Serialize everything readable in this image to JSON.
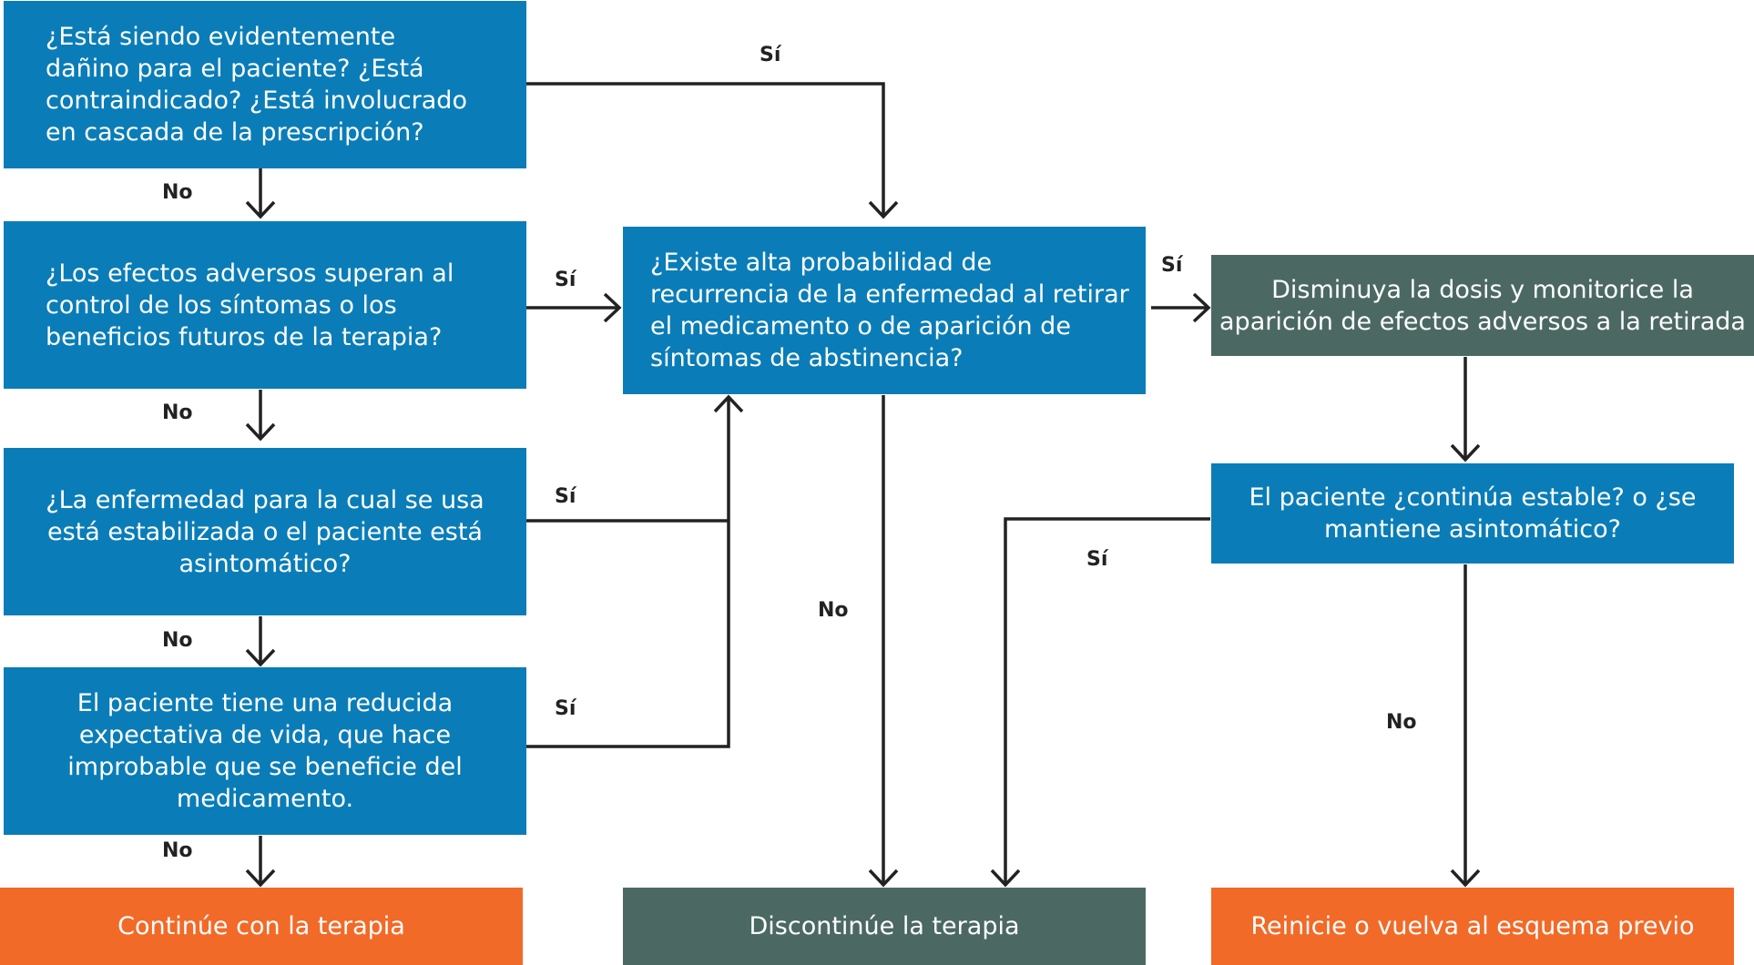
{
  "colors": {
    "question_box": "#0a7db8",
    "action_box": "#4b6962",
    "outcome_box": "#f26a28",
    "connector": "#222222"
  },
  "nodes": {
    "q1": "¿Está siendo evidentemente dañino para el paciente? ¿Está contraindicado? ¿Está involucrado en cascada de la prescripción?",
    "q2": "¿Los efectos adversos superan al control de los síntomas o los beneficios futuros de la terapia?",
    "q3": "¿La enfermedad para la cual se usa está estabilizada o el paciente está asintomático?",
    "q4": "El paciente tiene una reducida expectativa de vida, que hace improbable que se beneficie del medicamento.",
    "q5": "¿Existe alta probabilidad de recurrencia de la enfermedad al retirar el medicamento o de aparición de síntomas de abstinencia?",
    "a1": "Disminuya la dosis y monitorice la aparición de efectos adversos a la retirada",
    "q6": "El paciente ¿continúa estable? o ¿se mantiene asintomático?",
    "o_continue": "Continúe con la terapia",
    "o_discontinue": "Discontinúe la terapia",
    "o_restart": "Reinicie o vuelva al esquema previo"
  },
  "labels": {
    "yes": "Sí",
    "no": "No"
  }
}
